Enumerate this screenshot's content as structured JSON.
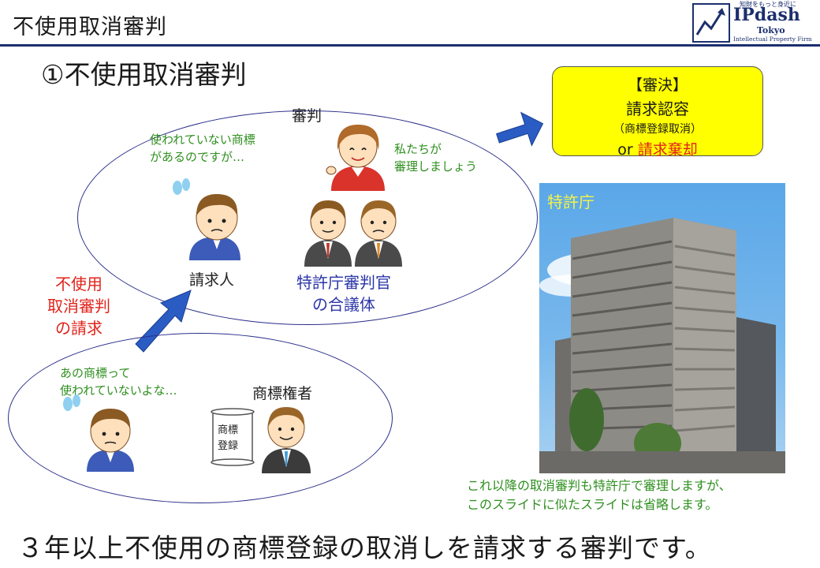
{
  "header": {
    "title": "不使用取消審判",
    "logo": {
      "brand": "IPdash",
      "tagline": "知財をもっと身近に",
      "city": "Tokyo",
      "firm": "Intellectual Property Firm"
    }
  },
  "slide": {
    "heading": "①不使用取消審判",
    "trial_label": "審判",
    "bubble_claimant": "使われていない商標\nがあるのですが…",
    "bubble_judge": "私たちが\n審理しましょう",
    "claimant_label": "請求人",
    "panel_label": "特許庁審判官\nの合議体",
    "request_label": "不使用\n取消審判\nの請求",
    "bubble_observer": "あの商標って\n使われていないよな…",
    "owner_label": "商標権者",
    "document_label": "商標\n登録",
    "result": {
      "line1": "【審決】",
      "line2": "請求認容",
      "line3": "（商標登録取消）",
      "line4_prefix": "or ",
      "line4_red": "請求棄却"
    },
    "photo_caption": "特許庁",
    "note": "これ以降の取消審判も特許庁で審理しますが、\nこのスライドに似たスライドは省略します。",
    "bottom_text": "３年以上不使用の商標登録の取消しを請求する審判です。"
  },
  "colors": {
    "accent_navy": "#1c2f6e",
    "green_text": "#2f8f1f",
    "red_text": "#e0231b",
    "blue_text": "#2b35a8",
    "result_box": "#ffff00",
    "arrow": "#2a5cc4"
  }
}
